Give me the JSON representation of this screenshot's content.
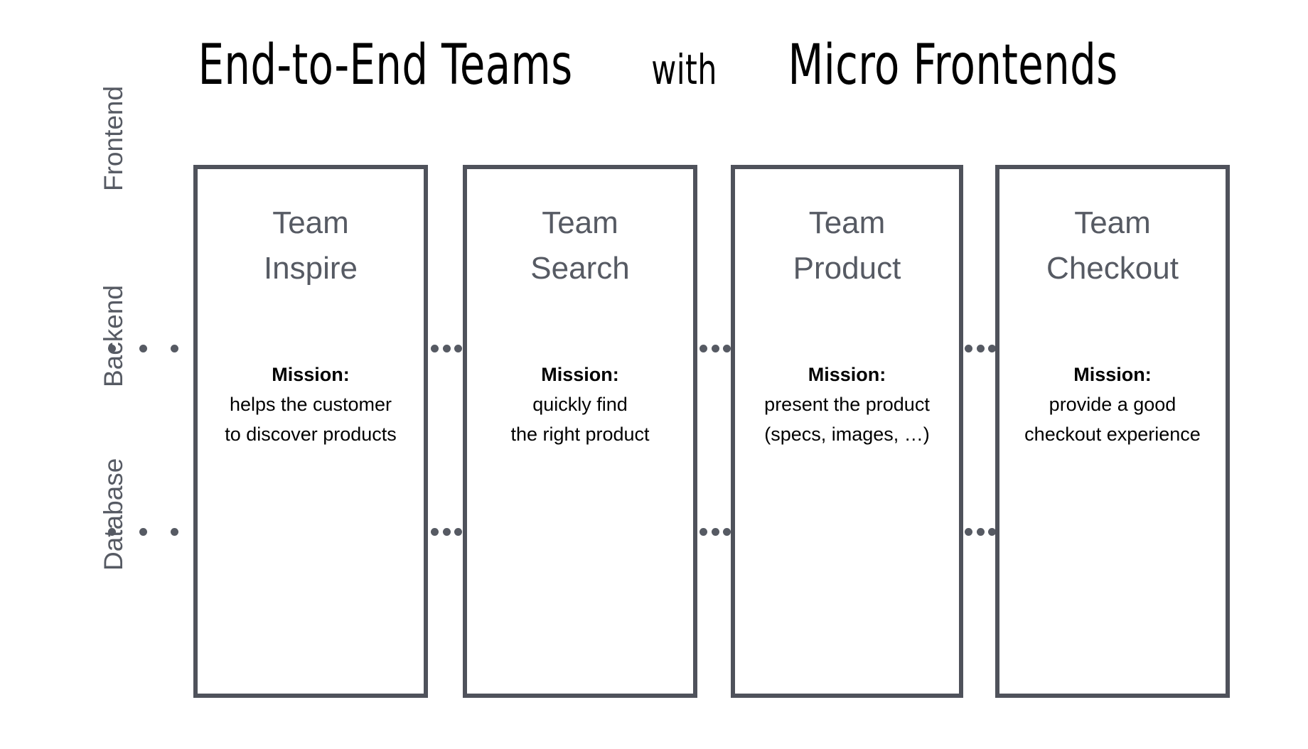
{
  "title": {
    "part1": "End-to-End Teams",
    "part2": "with",
    "part3": "Micro Frontends",
    "full": "End-to-End Teams with Micro Frontends"
  },
  "layers": [
    {
      "id": "frontend",
      "label": "Frontend"
    },
    {
      "id": "backend",
      "label": "Backend"
    },
    {
      "id": "database",
      "label": "Database"
    }
  ],
  "separators": {
    "lead_dot_count": 7,
    "gap_dot_count": 3,
    "dot_color": "#565a63"
  },
  "colors": {
    "box_border": "#4f525b",
    "team_name": "#565a63",
    "layer_label": "#565a63",
    "mission_text": "#000000",
    "title_text": "#000000",
    "background": "#ffffff"
  },
  "mission_label": "Mission:",
  "teams": [
    {
      "name_line1": "Team",
      "name_line2": "Inspire",
      "mission_label": "Mission:",
      "mission_line1": "helps the customer",
      "mission_line2": "to discover products"
    },
    {
      "name_line1": "Team",
      "name_line2": "Search",
      "mission_label": "Mission:",
      "mission_line1": "quickly find",
      "mission_line2": "the right product"
    },
    {
      "name_line1": "Team",
      "name_line2": "Product",
      "mission_label": "Mission:",
      "mission_line1": "present the product",
      "mission_line2": "(specs, images, …)"
    },
    {
      "name_line1": "Team",
      "name_line2": "Checkout",
      "mission_label": "Mission:",
      "mission_line1": "provide a good",
      "mission_line2": "checkout experience"
    }
  ]
}
